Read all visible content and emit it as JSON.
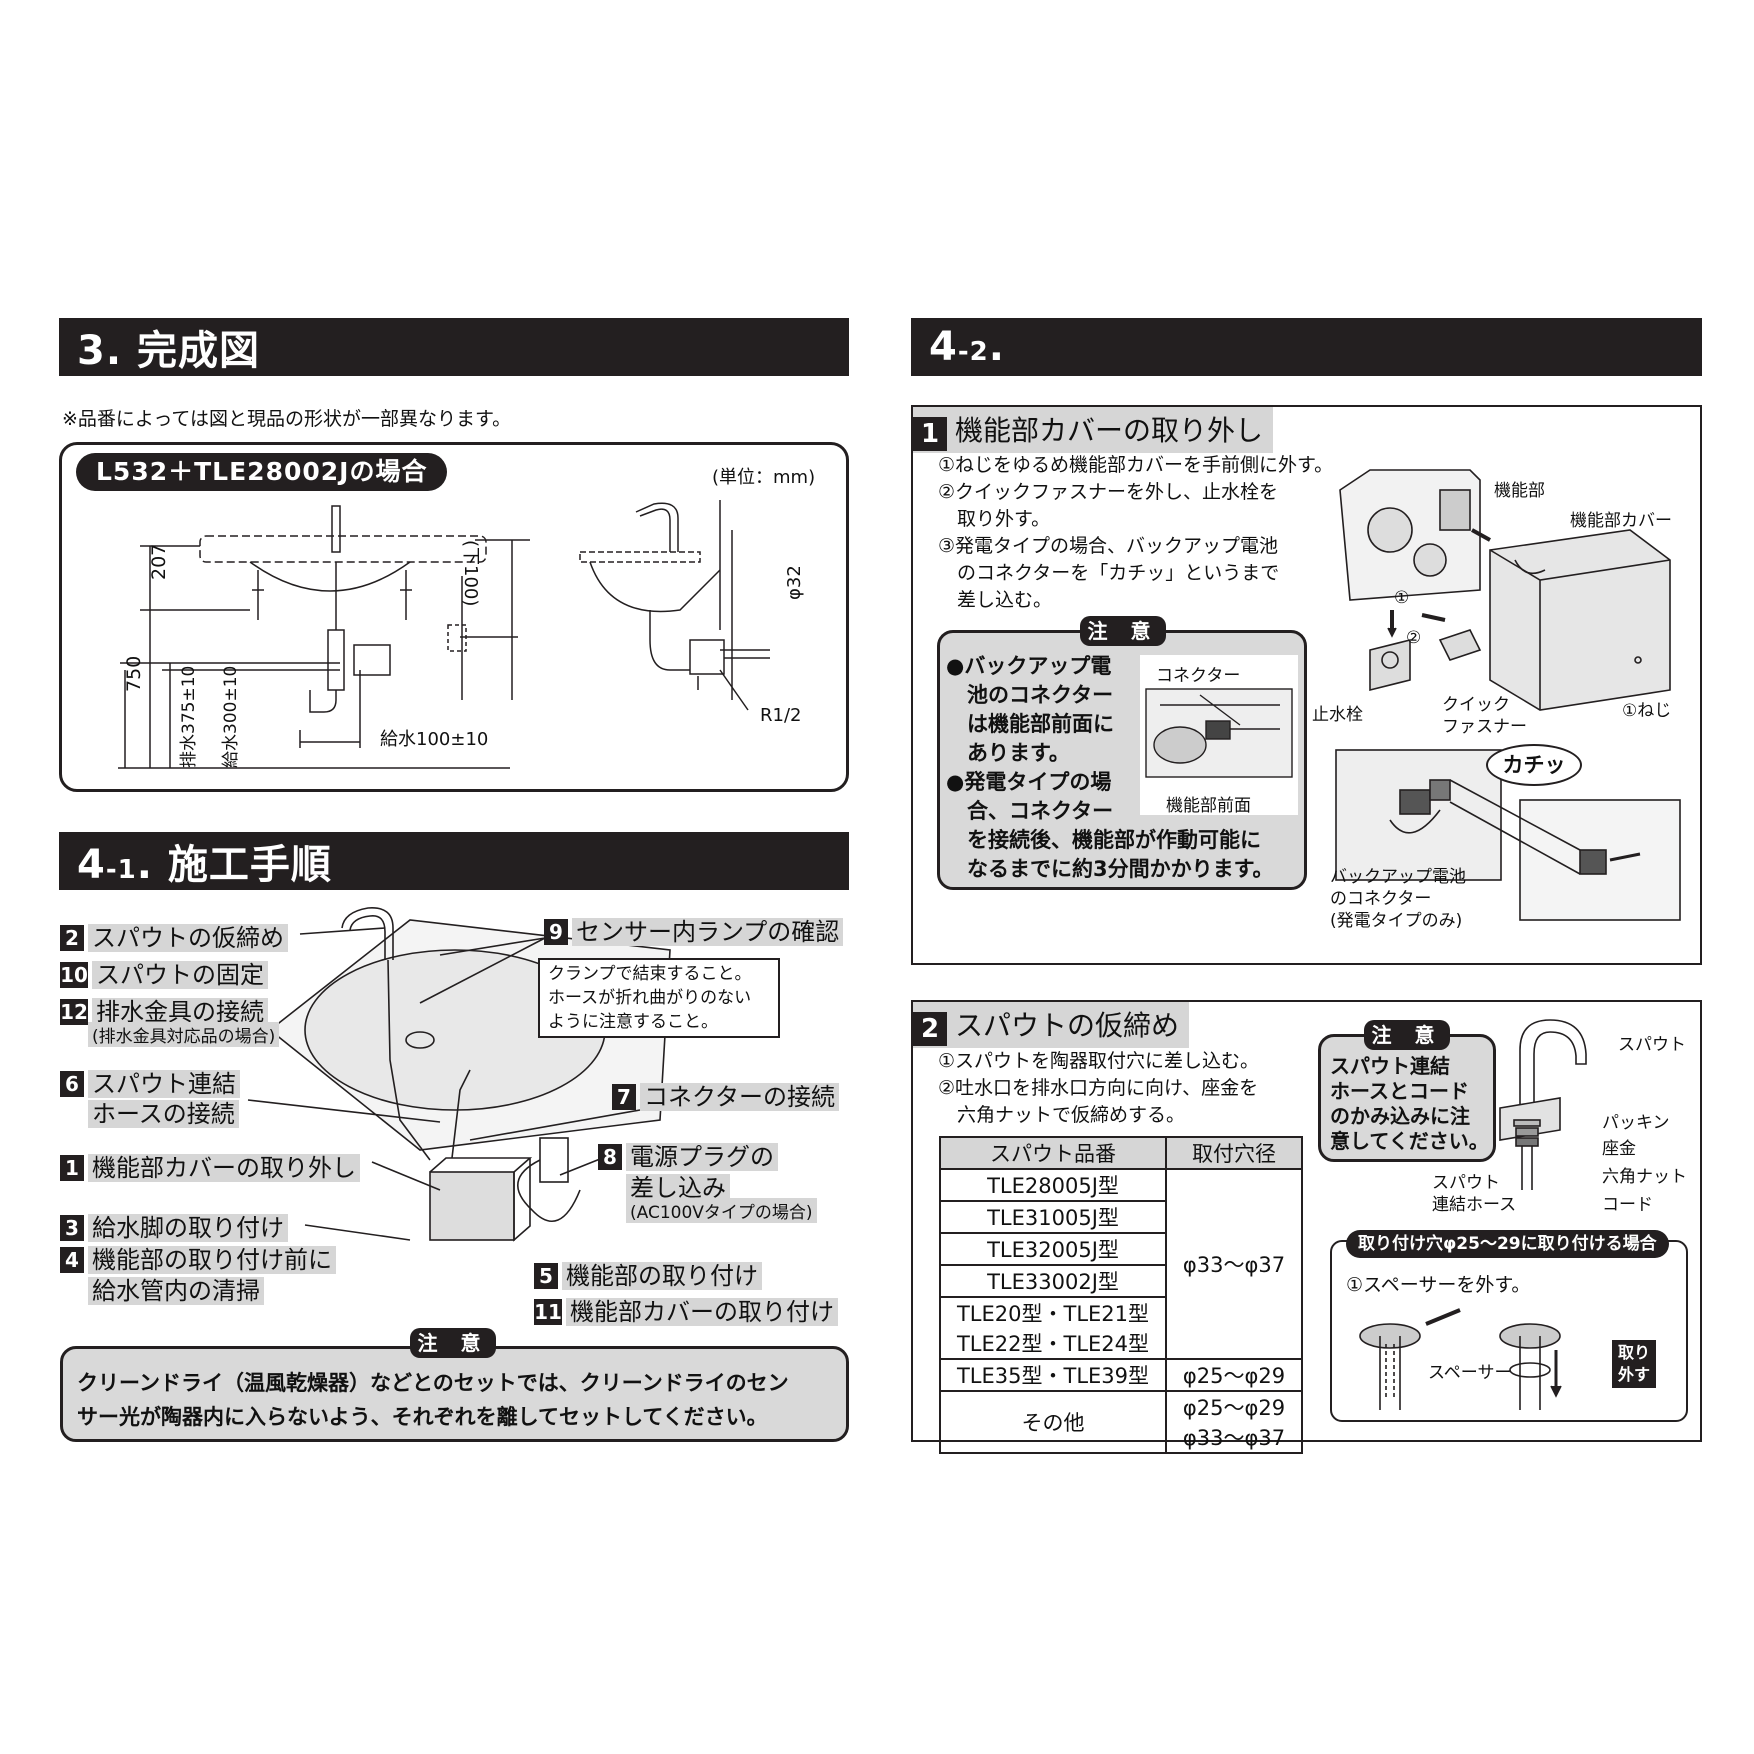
{
  "sec3": {
    "title": "3. 完成図",
    "note": "※品番によっては図と現品の形状が一部異なります。",
    "box_label": "L532＋TLE28002Jの場合",
    "unit": "(単位：mm)",
    "dims": {
      "d207": "207",
      "d750": "750",
      "drain": "排水375±10",
      "supply": "給水300±10",
      "supply_w": "給水100±10",
      "under": "(下100)",
      "phi32": "φ32",
      "r12": "R1/2"
    }
  },
  "sec41": {
    "title_main": "4",
    "title_sub": "-1",
    "title_rest": ". 施工手順",
    "steps": {
      "s2": {
        "num": "2",
        "label": "スパウトの仮締め"
      },
      "s10": {
        "num": "10",
        "label": "スパウトの固定"
      },
      "s12": {
        "num": "12",
        "label": "排水金具の接続",
        "sub": "(排水金具対応品の場合)"
      },
      "s6": {
        "num": "6",
        "label1": "スパウト連結",
        "label2": "ホースの接続"
      },
      "s1": {
        "num": "1",
        "label": "機能部カバーの取り外し"
      },
      "s3": {
        "num": "3",
        "label": "給水脚の取り付け"
      },
      "s4": {
        "num": "4",
        "label1": "機能部の取り付け前に",
        "label2": "給水管内の清掃"
      },
      "s9": {
        "num": "9",
        "label": "センサー内ランプの確認"
      },
      "s7": {
        "num": "7",
        "label": "コネクターの接続"
      },
      "s8": {
        "num": "8",
        "label1": "電源プラグの",
        "label2": "差し込み",
        "sub": "(AC100Vタイプの場合)"
      },
      "s5": {
        "num": "5",
        "label": "機能部の取り付け"
      },
      "s11": {
        "num": "11",
        "label": "機能部カバーの取り付け"
      }
    },
    "clamp_note": [
      "クランプで結束すること。",
      "ホースが折れ曲がりのない",
      "ように注意すること。"
    ],
    "caution_label": "注 意",
    "caution_text": [
      "クリーンドライ（温風乾燥器）などとのセットでは、クリーンドライのセン",
      "サー光が陶器内に入らないよう、それぞれを離してセットしてください。"
    ]
  },
  "sec42": {
    "title_main": "4",
    "title_sub": "-2",
    "title_rest": ".",
    "step1": {
      "num": "1",
      "title": "機能部カバーの取り外し",
      "lines": [
        "①ねじをゆるめ機能部カバーを手前側に外す。",
        "②クイックファスナーを外し、止水栓を",
        "　取り外す。",
        "③発電タイプの場合、バックアップ電池",
        "　のコネクターを「カチッ」というまで",
        "　差し込む。"
      ],
      "caution_label": "注 意",
      "caution_lines": [
        "●バックアップ電",
        "　池のコネクター",
        "　は機能部前面に",
        "　あります。",
        "●発電タイプの場",
        "　合、コネクター",
        "　を接続後、機能部が作動可能に",
        "　なるまでに約3分間かかります。"
      ],
      "labels": {
        "kinoubu": "機能部",
        "cover": "機能部カバー",
        "neji": "①ねじ",
        "shisui": "止水栓",
        "quick1": "クイック",
        "quick2": "ファスナー",
        "connector": "コネクター",
        "front": "機能部前面",
        "kachi": "カチッ",
        "backup1": "バックアップ電池",
        "backup2": "のコネクター",
        "backup3": "(発電タイプのみ)",
        "c1": "①",
        "c2": "②"
      }
    },
    "step2": {
      "num": "2",
      "title": "スパウトの仮締め",
      "lines": [
        "①スパウトを陶器取付穴に差し込む。",
        "②吐水口を排水口方向に向け、座金を",
        "　六角ナットで仮締めする。"
      ],
      "table": {
        "headers": [
          "スパウト品番",
          "取付穴径"
        ],
        "models": [
          "TLE28005J型",
          "TLE31005J型",
          "TLE32005J型",
          "TLE33002J型",
          "TLE20型・TLE21型",
          "TLE22型・TLE24型",
          "TLE35型・TLE39型",
          "その他"
        ],
        "holes": [
          "φ33〜φ37",
          "φ25〜φ29",
          "φ25〜φ29",
          "φ33〜φ37"
        ]
      },
      "caution_label": "注 意",
      "caution_lines": [
        "スパウト連結",
        "ホースとコード",
        "のかみ込みに注",
        "意してください。"
      ],
      "labels": {
        "spout": "スパウト",
        "packing": "パッキン",
        "zagane": "座金",
        "nut": "六角ナット",
        "cord": "コード",
        "hose1": "スパウト",
        "hose2": "連結ホース"
      },
      "small_box": {
        "title": "取り付け穴φ25〜29に取り付ける場合",
        "line": "①スペーサーを外す。",
        "spacer": "スペーサー",
        "remove1": "取り",
        "remove2": "外す"
      }
    }
  }
}
